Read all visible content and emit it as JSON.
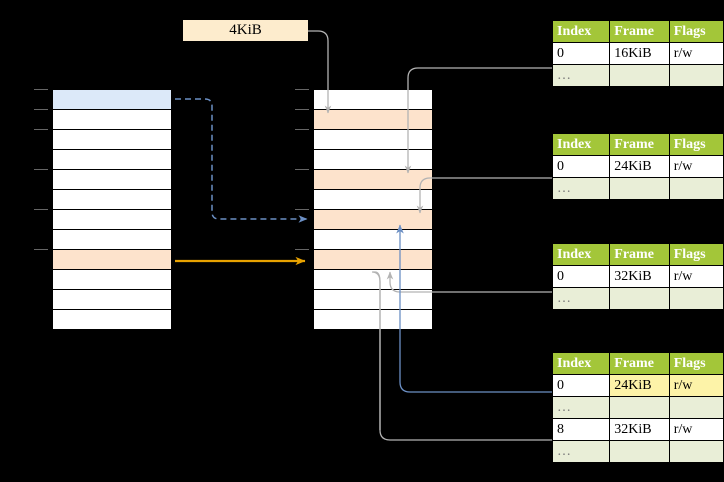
{
  "diagram": {
    "title_label": "4KiB",
    "colors": {
      "header_green": "#a3c639",
      "ellipsis_row": "#e9eed7",
      "highlight_yellow": "#fdf3a8",
      "peach": "#fde3cc",
      "blue": "#dce9f9",
      "orange_arrow": "#e8a200",
      "blue_arrow": "#6b8fc4",
      "gray_arrow": "#b3b3b3"
    }
  },
  "virtual_column": {
    "name": "virtual-address-space",
    "row_count": 12,
    "rows": [
      {
        "fill": "blue",
        "label": ""
      },
      {
        "fill": "white",
        "label": ""
      },
      {
        "fill": "white",
        "label": ""
      },
      {
        "fill": "white",
        "label": ""
      },
      {
        "fill": "white",
        "label": ""
      },
      {
        "fill": "white",
        "label": ""
      },
      {
        "fill": "white",
        "label": ""
      },
      {
        "fill": "white",
        "label": ""
      },
      {
        "fill": "peach",
        "label": ""
      },
      {
        "fill": "white",
        "label": ""
      },
      {
        "fill": "white",
        "label": ""
      },
      {
        "fill": "white",
        "label": ""
      }
    ],
    "ticks_at_rows": [
      0,
      1,
      2,
      4,
      6,
      8
    ]
  },
  "physical_column": {
    "name": "physical-memory",
    "row_count": 12,
    "rows": [
      {
        "fill": "white",
        "label": ""
      },
      {
        "fill": "peach",
        "label": ""
      },
      {
        "fill": "white",
        "label": ""
      },
      {
        "fill": "white",
        "label": ""
      },
      {
        "fill": "peach",
        "label": ""
      },
      {
        "fill": "white",
        "label": ""
      },
      {
        "fill": "peach",
        "label": ""
      },
      {
        "fill": "white",
        "label": ""
      },
      {
        "fill": "peach",
        "label": ""
      },
      {
        "fill": "white",
        "label": ""
      },
      {
        "fill": "white",
        "label": ""
      },
      {
        "fill": "white",
        "label": ""
      }
    ],
    "ticks_at_rows": [
      0,
      1,
      2,
      4,
      6,
      8
    ]
  },
  "page_tables": [
    {
      "name": "page-table-level-1",
      "headers": [
        "Index",
        "Frame",
        "Flags"
      ],
      "rows": [
        {
          "cells": [
            "0",
            "16KiB",
            "r/w"
          ],
          "ellipsis": false,
          "highlight": []
        },
        {
          "cells": [
            "…",
            "",
            ""
          ],
          "ellipsis": true,
          "highlight": []
        }
      ]
    },
    {
      "name": "page-table-level-2",
      "headers": [
        "Index",
        "Frame",
        "Flags"
      ],
      "rows": [
        {
          "cells": [
            "0",
            "24KiB",
            "r/w"
          ],
          "ellipsis": false,
          "highlight": []
        },
        {
          "cells": [
            "…",
            "",
            ""
          ],
          "ellipsis": true,
          "highlight": []
        }
      ]
    },
    {
      "name": "page-table-level-3",
      "headers": [
        "Index",
        "Frame",
        "Flags"
      ],
      "rows": [
        {
          "cells": [
            "0",
            "32KiB",
            "r/w"
          ],
          "ellipsis": false,
          "highlight": []
        },
        {
          "cells": [
            "…",
            "",
            ""
          ],
          "ellipsis": true,
          "highlight": []
        }
      ]
    },
    {
      "name": "page-table-level-4",
      "headers": [
        "Index",
        "Frame",
        "Flags"
      ],
      "rows": [
        {
          "cells": [
            "0",
            "24KiB",
            "r/w"
          ],
          "ellipsis": false,
          "highlight": [
            1,
            2
          ]
        },
        {
          "cells": [
            "…",
            "",
            ""
          ],
          "ellipsis": true,
          "highlight": []
        },
        {
          "cells": [
            "8",
            "32KiB",
            "r/w"
          ],
          "ellipsis": false,
          "highlight": []
        },
        {
          "cells": [
            "…",
            "",
            ""
          ],
          "ellipsis": true,
          "highlight": []
        }
      ]
    }
  ]
}
